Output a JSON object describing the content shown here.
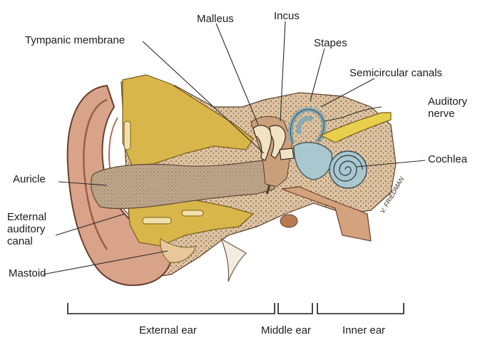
{
  "labels": {
    "malleus": "Malleus",
    "incus": "Incus",
    "tympanic_membrane": "Tympanic membrane",
    "stapes": "Stapes",
    "semicircular_canals": "Semicircular canals",
    "auditory_nerve": "Auditory\nnerve",
    "cochlea": "Cochlea",
    "auricle": "Auricle",
    "external_auditory_canal": "External\nauditory\ncanal",
    "mastoid": "Mastoid"
  },
  "regions": {
    "external_ear": "External ear",
    "middle_ear": "Middle ear",
    "inner_ear": "Inner ear"
  },
  "signature": "V. FRIEDMAN",
  "colors": {
    "skin": "#d9a48a",
    "bone": "#dcc2a0",
    "cartilage": "#d8b64a",
    "cochlea": "#a9c7cf",
    "canal": "#bfa98a"
  }
}
